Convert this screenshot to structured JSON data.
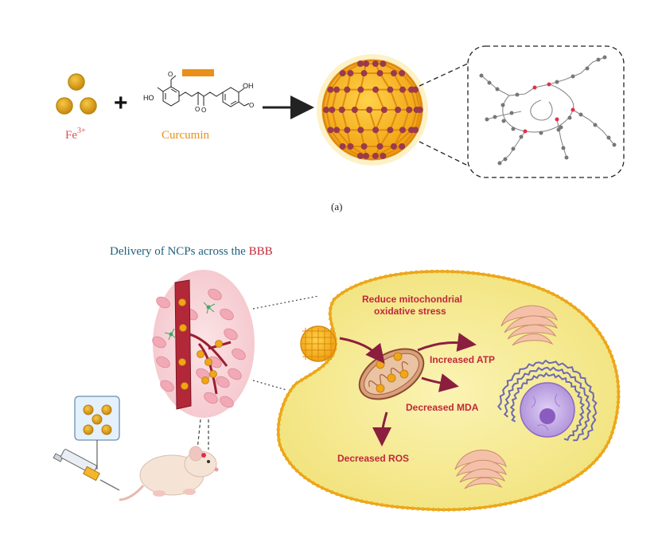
{
  "panel_a": {
    "fe_label_base": "Fe",
    "fe_label_sup": "3+",
    "curcumin_label": "Curcumin",
    "plus_sign": "+",
    "ho_label": "HO",
    "oh_label": "OH",
    "caption": "(a)"
  },
  "panel_b": {
    "title_part1": "Delivery of NCPs across the ",
    "title_part2": "BBB",
    "mito_stress_line1": "Reduce mitochondrial",
    "mito_stress_line2": "oxidative stress",
    "increased_atp": "Increased ATP",
    "decreased_mda": "Decreased MDA",
    "decreased_ros": "Decreased ROS"
  },
  "colors": {
    "fe_red": "#d9534f",
    "curcumin_orange": "#e8901a",
    "title_teal": "#1f5f7a",
    "title_red": "#c0283a",
    "arrow_maroon": "#8b1e3f",
    "cell_yellow": "#f5e98a",
    "np_gold": "#f2a516"
  }
}
